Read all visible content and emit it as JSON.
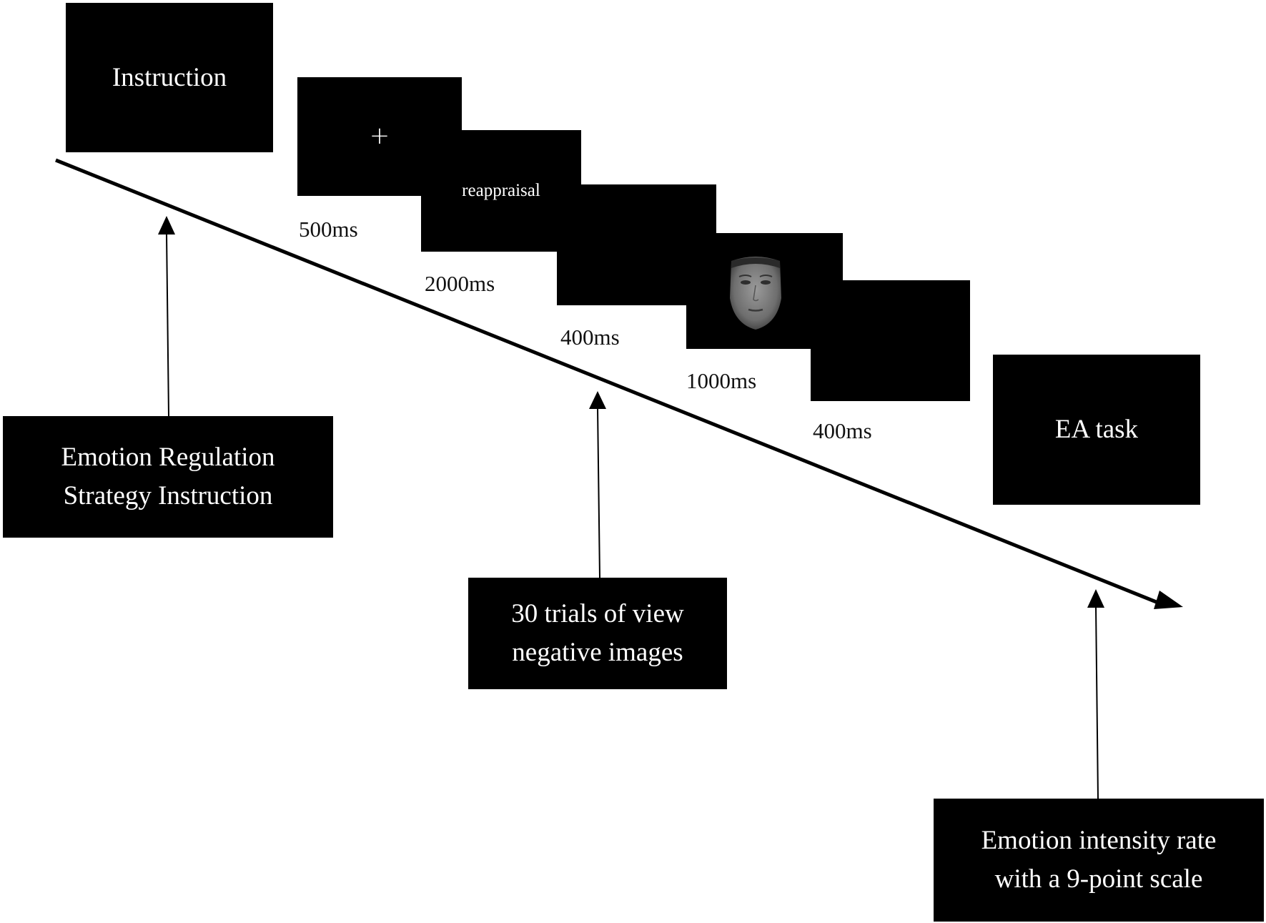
{
  "instruction_box": {
    "label": "Instruction"
  },
  "trial_screens": [
    {
      "content": "+",
      "duration": "500ms"
    },
    {
      "content": "reappraisal",
      "duration": "2000ms"
    },
    {
      "content": "",
      "duration": "400ms"
    },
    {
      "content": "face-image",
      "duration": "1000ms"
    },
    {
      "content": "",
      "duration": "400ms"
    }
  ],
  "ea_task_box": {
    "label": "EA task"
  },
  "annotations": {
    "strategy": "Emotion Regulation\nStrategy Instruction",
    "trials": "30 trials of view\nnegative images",
    "rating": "Emotion intensity rate\nwith a 9-point scale"
  },
  "colors": {
    "box": "#000000",
    "text_on_box": "#ffffff",
    "line": "#000000"
  },
  "icons": {
    "face_image": "neutral-face-photo-icon"
  }
}
